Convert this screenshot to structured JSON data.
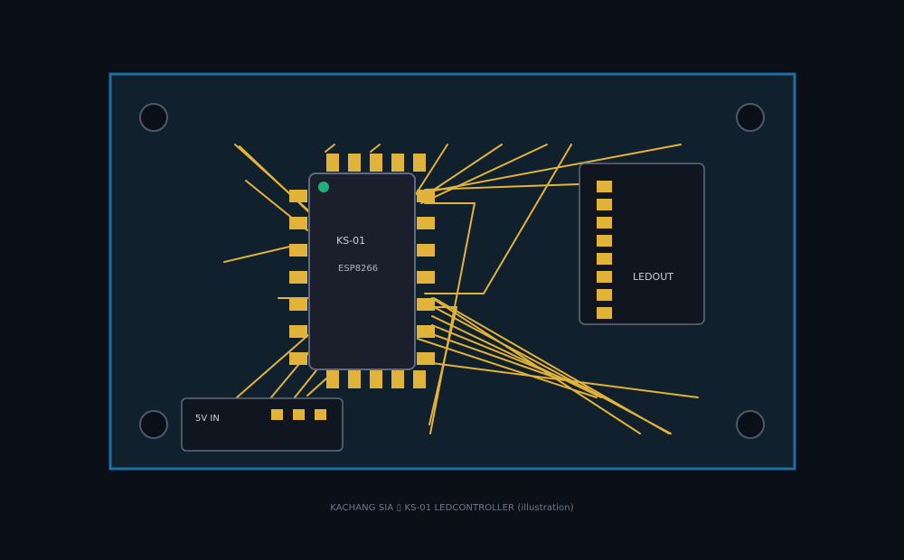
{
  "colors": {
    "background": "#0a0f18",
    "board": "#10202d",
    "board_edge": "#1d6fa5",
    "copper": "#e2b33b",
    "component_body": "#1a1f2b",
    "component_outline": "#5d6b7d",
    "pin1_marker": "#20b07a",
    "text": "#c8d0dc",
    "caption": "#6b7a8c"
  },
  "module": {
    "label": "KS-01",
    "chip": "ESP8266",
    "pads_per_side": 5,
    "side_pads_per_column": 7
  },
  "led_header": {
    "label": "LEDOUT",
    "pin_count": 8
  },
  "power_header": {
    "label": "5V IN",
    "pin_count": 3
  },
  "mounting_holes": 4,
  "caption": "KACHANG SIA ▯ KS-01 LEDCONTROLLER (illustration)"
}
